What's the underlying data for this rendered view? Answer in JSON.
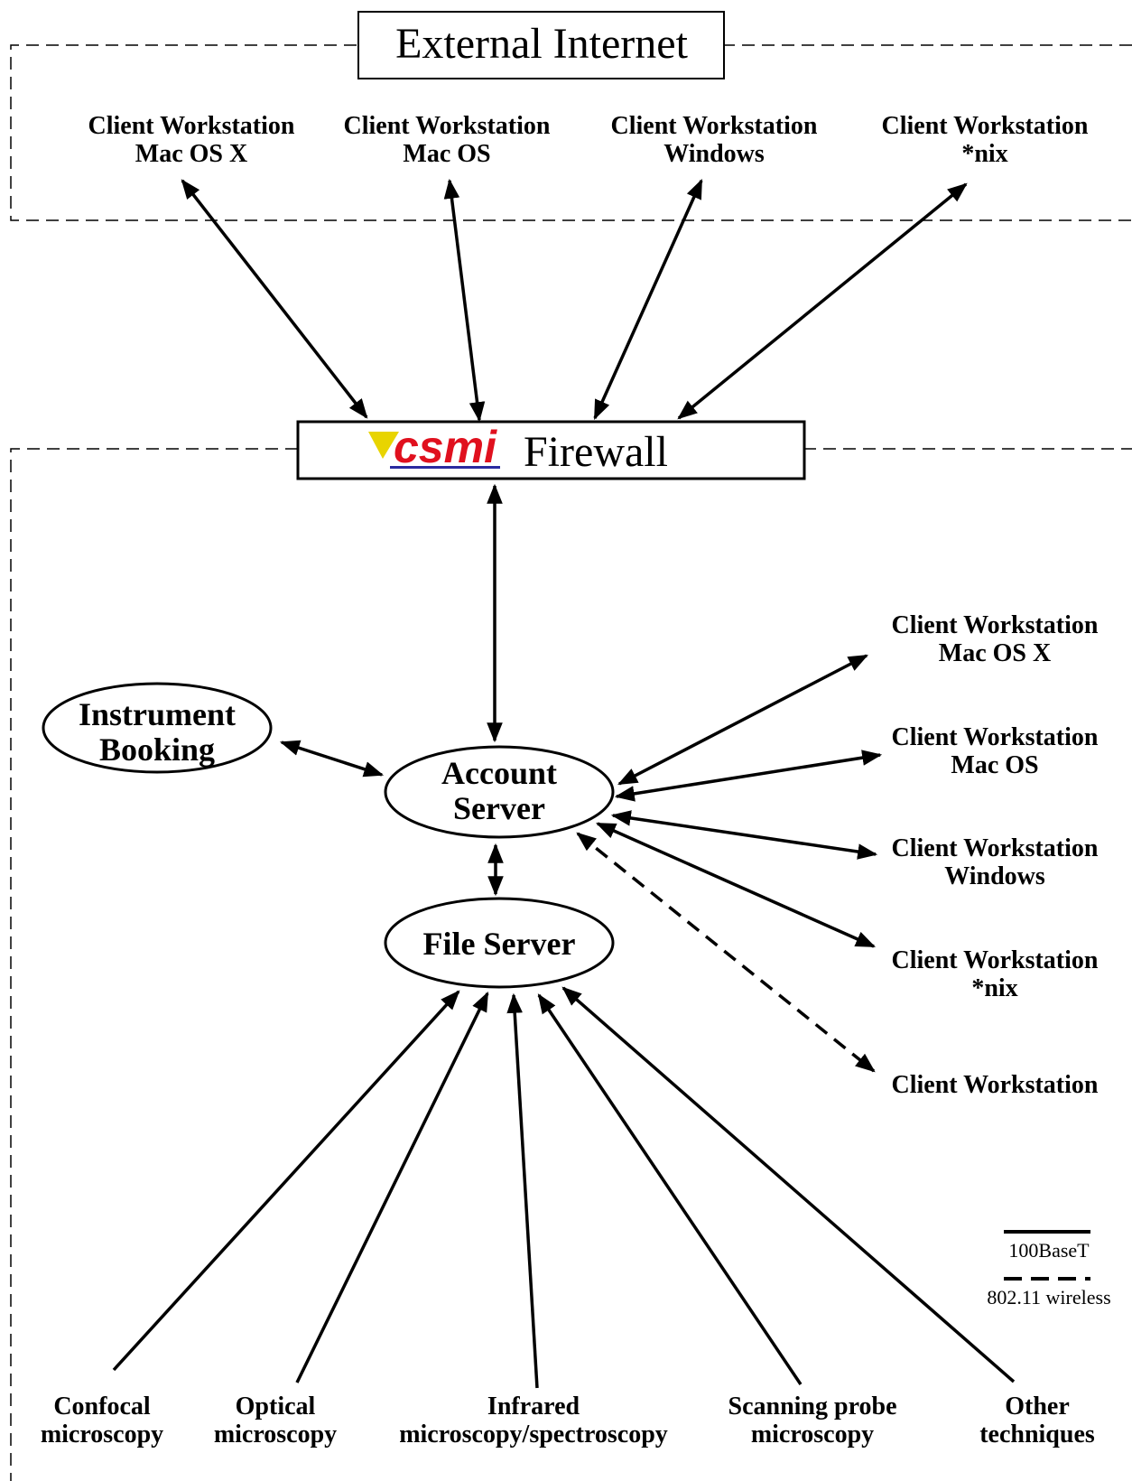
{
  "zones": {
    "external": {
      "label": "External Internet"
    },
    "internal": {}
  },
  "firewall": {
    "logo_text": "csmi",
    "label": "Firewall"
  },
  "external_clients": [
    {
      "line1": "Client Workstation",
      "line2": "Mac OS X"
    },
    {
      "line1": "Client Workstation",
      "line2": "Mac OS"
    },
    {
      "line1": "Client Workstation",
      "line2": "Windows"
    },
    {
      "line1": "Client Workstation",
      "line2": "*nix"
    }
  ],
  "internal_clients": [
    {
      "line1": "Client Workstation",
      "line2": "Mac OS X"
    },
    {
      "line1": "Client Workstation",
      "line2": "Mac OS"
    },
    {
      "line1": "Client Workstation",
      "line2": "Windows"
    },
    {
      "line1": "Client Workstation",
      "line2": "*nix"
    },
    {
      "line1": "Client Workstation",
      "line2": ""
    }
  ],
  "nodes": {
    "instrument_booking": {
      "line1": "Instrument",
      "line2": "Booking"
    },
    "account_server": {
      "line1": "Account",
      "line2": "Server"
    },
    "file_server": {
      "label": "File Server"
    }
  },
  "instruments": [
    {
      "line1": "Confocal",
      "line2": "microscopy"
    },
    {
      "line1": "Optical",
      "line2": "microscopy"
    },
    {
      "line1": "Infrared",
      "line2": "microscopy/spectroscopy"
    },
    {
      "line1": "Scanning probe",
      "line2": "microscopy"
    },
    {
      "line1": "Other",
      "line2": "techniques"
    }
  ],
  "legend": {
    "wired": "100BaseT",
    "wireless": "802.11 wireless"
  },
  "colors": {
    "logo_red": "#e0101e",
    "logo_yellow": "#e8d400",
    "logo_underline": "#2a2aa0",
    "line": "#000000"
  }
}
